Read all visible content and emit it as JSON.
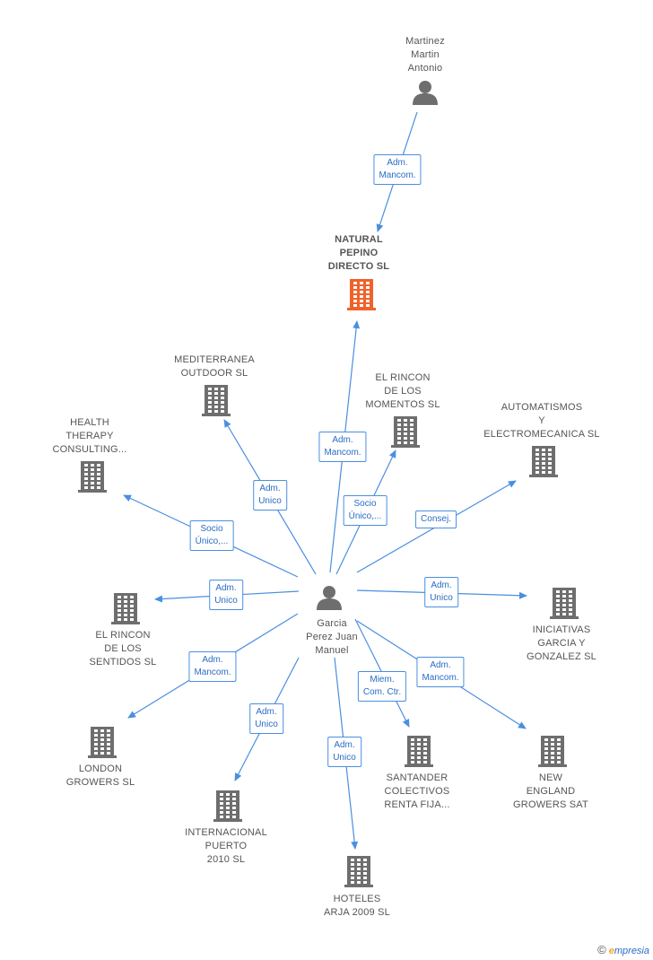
{
  "colors": {
    "edge": "#4a8fe0",
    "edge_label_text": "#2a6cc4",
    "company": "#6e6e6e",
    "main_company": "#f0622a",
    "person": "#6e6e6e"
  },
  "nodes": [
    {
      "id": "martinez",
      "kind": "person",
      "label": "Martinez\nMartin\nAntonio"
    },
    {
      "id": "natural",
      "kind": "main-company",
      "label": "NATURAL\nPEPINO\nDIRECTO SL"
    },
    {
      "id": "garcia",
      "kind": "person",
      "label": "Garcia\nPerez Juan\nManuel"
    },
    {
      "id": "mediterranea",
      "kind": "company",
      "label": "MEDITERRANEA\nOUTDOOR  SL"
    },
    {
      "id": "rincon-momentos",
      "kind": "company",
      "label": "EL RINCON\nDE LOS\nMOMENTOS SL"
    },
    {
      "id": "automatismos",
      "kind": "company",
      "label": "AUTOMATISMOS\nY\nELECTROMECANICA SL"
    },
    {
      "id": "health",
      "kind": "company",
      "label": "HEALTH\nTHERAPY\nCONSULTING..."
    },
    {
      "id": "rincon-sentidos",
      "kind": "company",
      "label": "EL RINCON\nDE LOS\nSENTIDOS SL"
    },
    {
      "id": "iniciativas",
      "kind": "company",
      "label": "INICIATIVAS\nGARCIA Y\nGONZALEZ  SL"
    },
    {
      "id": "london",
      "kind": "company",
      "label": "LONDON\nGROWERS SL"
    },
    {
      "id": "santander",
      "kind": "company",
      "label": "SANTANDER\nCOLECTIVOS\nRENTA FIJA..."
    },
    {
      "id": "new-england",
      "kind": "company",
      "label": "NEW\nENGLAND\nGROWERS SAT"
    },
    {
      "id": "internacional",
      "kind": "company",
      "label": "INTERNACIONAL\nPUERTO\n2010 SL"
    },
    {
      "id": "hoteles",
      "kind": "company",
      "label": "HOTELES\nARJA 2009 SL"
    }
  ],
  "edges": [
    {
      "id": "e-martinez-natural",
      "label": "Adm.\nMancom."
    },
    {
      "id": "e-garcia-natural",
      "label": "Adm.\nMancom."
    },
    {
      "id": "e-garcia-mediterranea",
      "label": "Adm.\nUnico"
    },
    {
      "id": "e-garcia-rincon-momentos",
      "label": "Socio\nÚnico,..."
    },
    {
      "id": "e-garcia-automatismos",
      "label": "Consej."
    },
    {
      "id": "e-garcia-health",
      "label": "Socio\nÚnico,..."
    },
    {
      "id": "e-garcia-rincon-sentidos",
      "label": "Adm.\nUnico"
    },
    {
      "id": "e-garcia-iniciativas",
      "label": "Adm.\nUnico"
    },
    {
      "id": "e-garcia-london",
      "label": "Adm.\nMancom."
    },
    {
      "id": "e-garcia-santander",
      "label": "Miem.\nCom. Ctr."
    },
    {
      "id": "e-garcia-new-england",
      "label": "Adm.\nMancom."
    },
    {
      "id": "e-garcia-internacional",
      "label": "Adm.\nUnico"
    },
    {
      "id": "e-garcia-hoteles",
      "label": "Adm.\nUnico"
    }
  ],
  "footer": {
    "copyright": "©",
    "brand_initial": "e",
    "brand_rest": "mpresia"
  }
}
